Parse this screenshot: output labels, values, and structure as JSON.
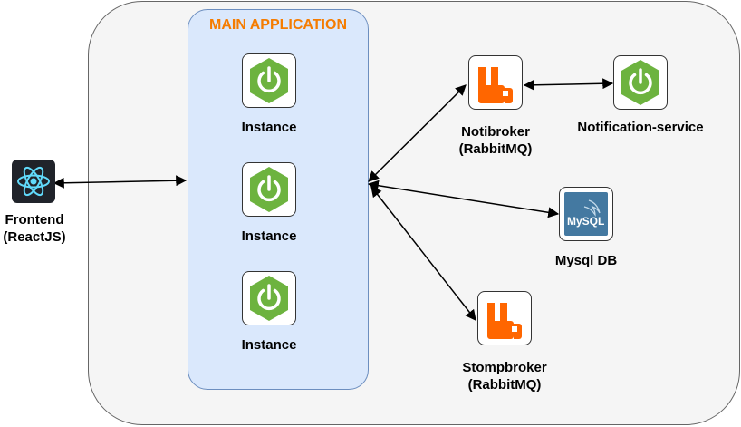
{
  "main_application": {
    "title": "MAIN APPLICATION"
  },
  "frontend": {
    "line1": "Frontend",
    "line2": "(ReactJS)"
  },
  "instances": [
    {
      "label": "Instance"
    },
    {
      "label": "Instance"
    },
    {
      "label": "Instance"
    }
  ],
  "notibroker": {
    "line1": "Notibroker",
    "line2": "(RabbitMQ)"
  },
  "notification_service": {
    "label": "Notification-service"
  },
  "mysql": {
    "label": "Mysql DB",
    "logo_text": "MySQL"
  },
  "stompbroker": {
    "line1": "Stompbroker",
    "line2": "(RabbitMQ)"
  },
  "colors": {
    "outer_fill": "#f5f5f5",
    "main_fill": "#dae8fc",
    "main_border": "#6c8ebf",
    "title": "#f57c00",
    "spring": "#6db33f",
    "rabbit": "#ff6600",
    "react_bg": "#20232a",
    "react": "#61dafb",
    "mysql_bg": "#4479a1"
  }
}
